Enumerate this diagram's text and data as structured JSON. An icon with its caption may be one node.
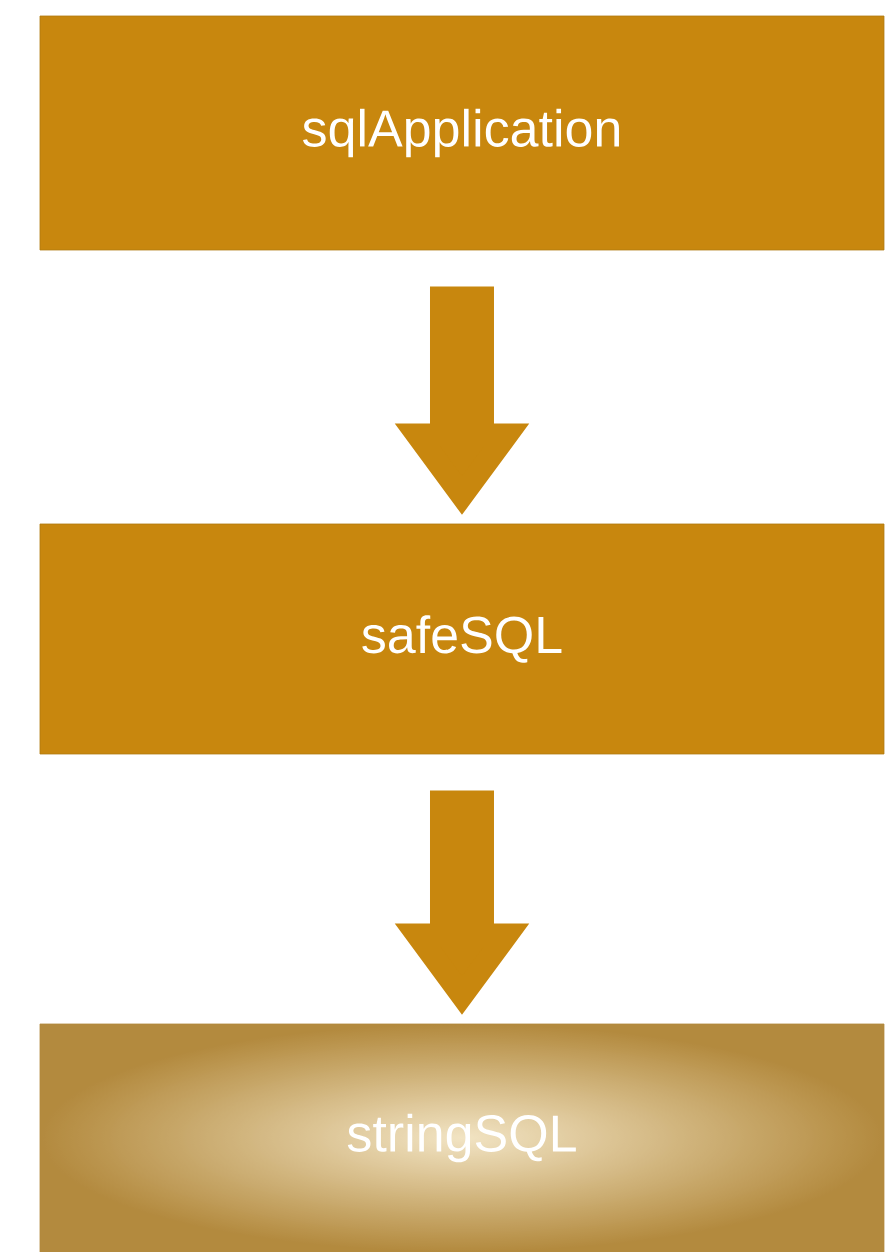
{
  "diagram": {
    "nodes": [
      {
        "text": [
          "sqlApplication"
        ]
      },
      {
        "text": [
          "safeSQL"
        ]
      },
      {
        "text": [
          "stringSQL"
        ]
      }
    ],
    "edges": [
      {
        "from": 0,
        "to": 1,
        "arrow": "to"
      },
      {
        "from": 1,
        "to": 2,
        "arrow": "to"
      }
    ]
  }
}
